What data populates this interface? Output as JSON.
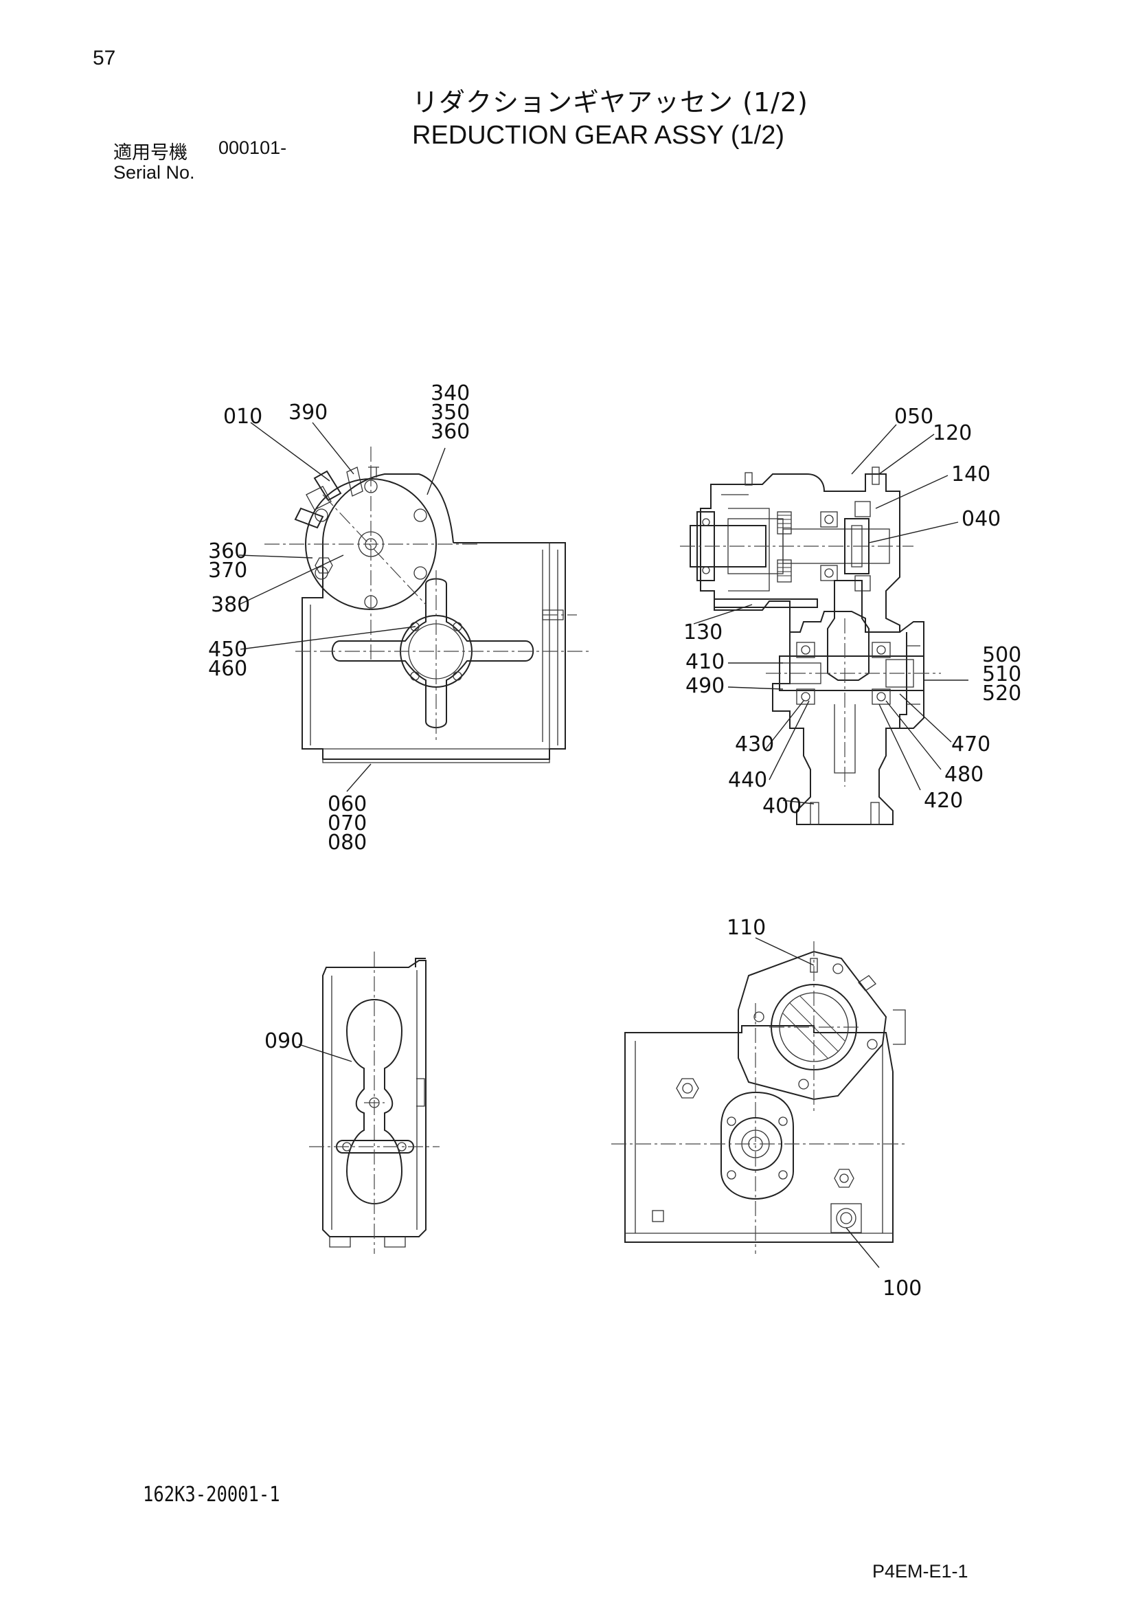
{
  "header": {
    "page_number": "57",
    "title_jp": "リダクションギヤアッセン (1/2)",
    "title_en": "REDUCTION GEAR ASSY (1/2)",
    "serial_label_jp": "適用号機",
    "serial_value": "000101-",
    "serial_label_en": "Serial No."
  },
  "footer": {
    "drawing_number": "162K3-20001-1",
    "page_code": "P4EM-E1-1"
  },
  "callouts": {
    "c010": "010",
    "c390": "390",
    "c340": "340",
    "c350": "350",
    "c360a": "360",
    "c360b": "360",
    "c370": "370",
    "c380": "380",
    "c450": "450",
    "c460": "460",
    "c060": "060",
    "c070": "070",
    "c080": "080",
    "c050": "050",
    "c120": "120",
    "c140": "140",
    "c040": "040",
    "c130": "130",
    "c410": "410",
    "c490": "490",
    "c500": "500",
    "c510": "510",
    "c520": "520",
    "c430": "430",
    "c470": "470",
    "c440": "440",
    "c480": "480",
    "c400": "400",
    "c420": "420",
    "c090": "090",
    "c110": "110",
    "c100": "100"
  }
}
